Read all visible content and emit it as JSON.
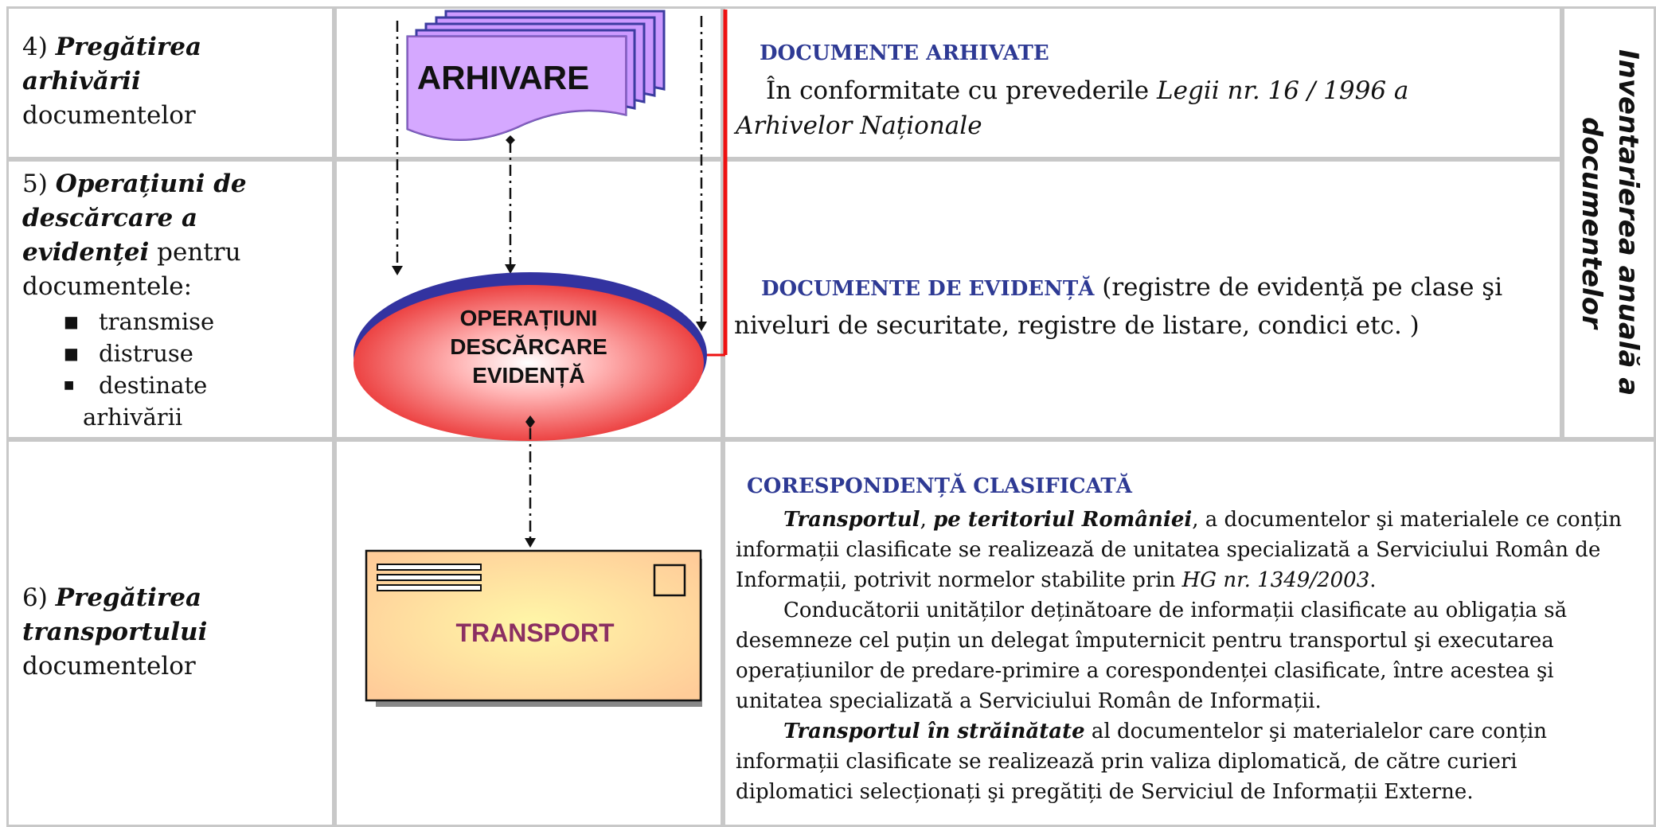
{
  "rows": [
    {
      "step": {
        "num": "4)",
        "title_1": "Pregătirea",
        "title_2": "arhivării",
        "rest": "documentelor"
      },
      "shape_label": "ARHIVARE",
      "heading": "DOCUMENTE ARHIVATE",
      "text_plain": "În conformitate cu prevederile ",
      "text_ital": "Legii nr. 16 / 1996 a Arhivelor Naționale"
    },
    {
      "step": {
        "num": "5)",
        "title_1": "Operațiuni de",
        "title_2": "descărcare a",
        "title_3": "evidenței",
        "title_3_rest": " pentru",
        "rest": "documentele:",
        "items": [
          "transmise",
          "distruse",
          "destinate",
          "arhivării"
        ]
      },
      "shape_label_1": "OPERAȚIUNI",
      "shape_label_2": "DESCĂRCARE",
      "shape_label_3": "EVIDENȚĂ",
      "heading": "DOCUMENTE DE EVIDENȚĂ",
      "text": " (registre de evidență pe clase şi niveluri de securitate, registre de listare, condici etc. )"
    },
    {
      "step": {
        "num": "6)",
        "title_1": "Pregătirea",
        "title_2": "transportului",
        "rest": "documentelor"
      },
      "shape_label": "TRANSPORT",
      "heading": "CORESPONDENȚĂ CLASIFICATĂ",
      "p1_b1": "Transportul",
      "p1_t1": ", ",
      "p1_b2": "pe teritoriul României",
      "p1_t2": ", a documentelor şi materialele ce conțin informații clasificate se realizează de unitatea specializată a Serviciului Român de Informații, potrivit normelor stabilite prin ",
      "p1_i": "HG nr. 1349/2003",
      "p1_t3": ".",
      "p2": "Conducătorii unităților deținătoare de informații clasificate au obligația să desemneze cel puțin un delegat împuternicit pentru transportul şi executarea operațiunilor de predare-primire a corespondenței clasificate, între acestea şi unitatea specializată a Serviciului Român de Informații.",
      "p3_b": "Transportul în străinătate",
      "p3_t": " al documentelor şi materialelor care conțin informații clasificate se realizează prin valiza diplomatică, de către curieri diplomatici selecționați şi pregătiți de Serviciul de Informații Externe."
    }
  ],
  "side_label_1": "Inventarierea anuală a",
  "side_label_2": "documentelor",
  "colors": {
    "heading": "#2e3a94",
    "archive_fill": "#cc99ff",
    "archive_edge": "#3c3ca0",
    "ellipse_red": "#ee2222",
    "envelope_fill": "#ffd799",
    "transport_text": "#8b2f62",
    "red_line": "#ee1111"
  }
}
